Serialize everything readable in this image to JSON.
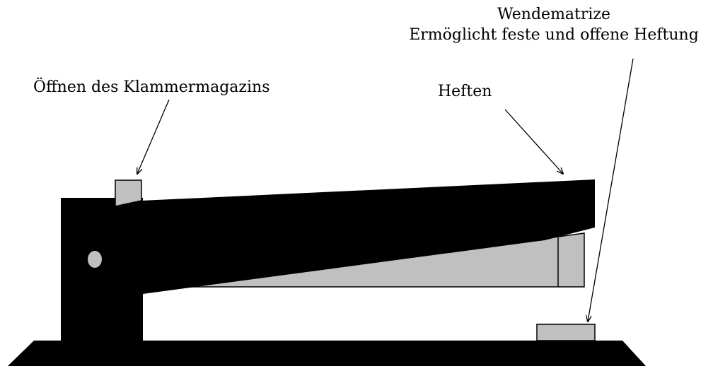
{
  "labels": {
    "reversible_anvil_title": "Wendematrize",
    "reversible_anvil_desc": "Ermöglicht feste und offene Heftung",
    "open_magazine": "Öffnen des Klammermagazins",
    "staple": "Heften"
  },
  "colors": {
    "body": "#000000",
    "parts": "#c0c0c0",
    "background": "#ffffff",
    "text": "#000000"
  }
}
